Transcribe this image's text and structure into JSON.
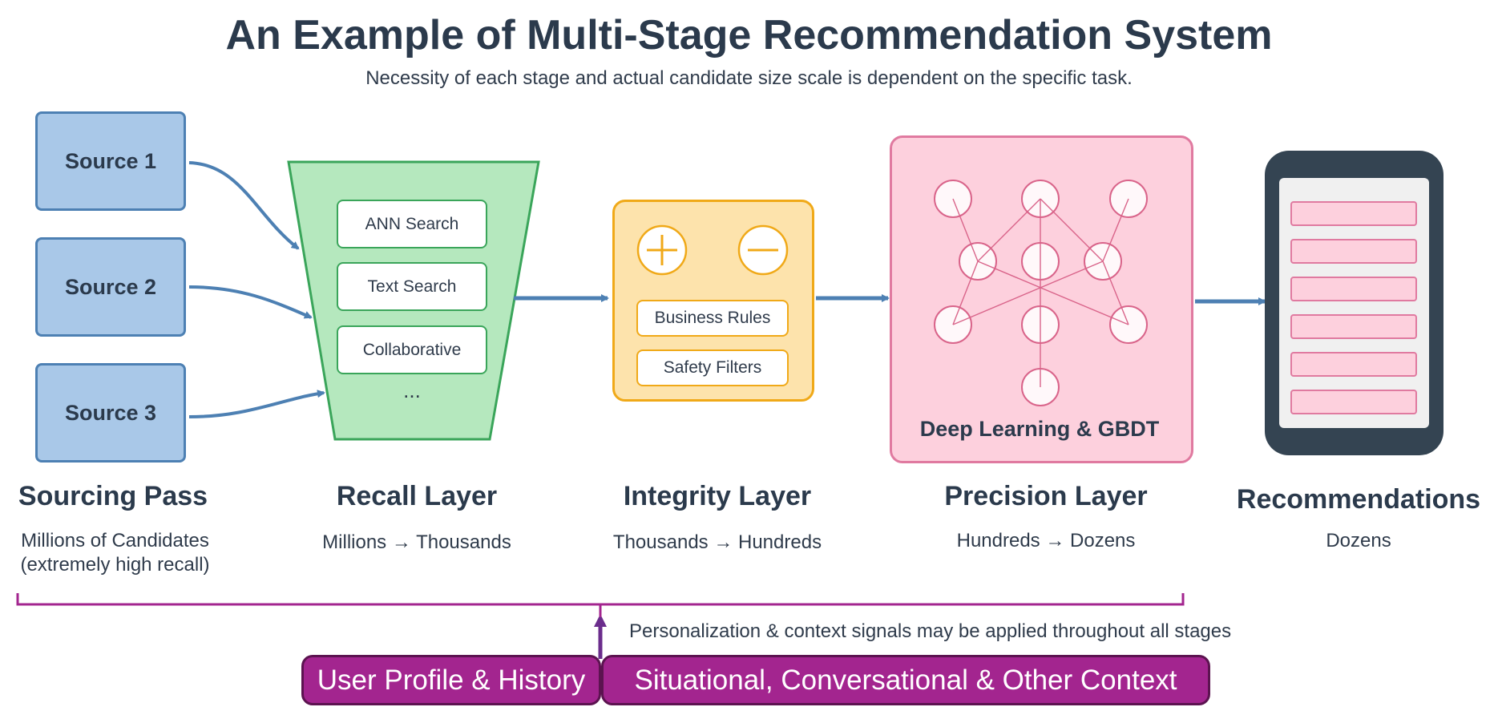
{
  "title": "An Example of Multi-Stage Recommendation System",
  "subtitle": "Necessity of each stage and actual candidate size scale is dependent on the specific task.",
  "sources": [
    "Source 1",
    "Source 2",
    "Source 3"
  ],
  "recall": {
    "items": [
      "ANN Search",
      "Text Search",
      "Collaborative"
    ],
    "ellipsis": "..."
  },
  "integrity": {
    "plus_icon": "plus-circle-icon",
    "minus_icon": "minus-circle-icon",
    "items": [
      "Business Rules",
      "Safety Filters"
    ]
  },
  "precision": {
    "label": "Deep Learning & GBDT",
    "icon": "neural-network-icon"
  },
  "stages": [
    {
      "name": "Sourcing Pass",
      "desc_line1": "Millions of Candidates",
      "desc_line2": "(extremely high recall)"
    },
    {
      "name": "Recall Layer",
      "desc": "Millions → Thousands"
    },
    {
      "name": "Integrity Layer",
      "desc": "Thousands → Hundreds"
    },
    {
      "name": "Precision Layer",
      "desc": "Hundreds → Dozens"
    },
    {
      "name": "Recommendations",
      "desc": "Dozens"
    }
  ],
  "context_note": "Personalization & context signals may be applied throughout all stages",
  "context_boxes": [
    "User Profile & History",
    "Situational, Conversational & Other Context"
  ],
  "colors": {
    "source_fill": "#a9c8e8",
    "recall_fill": "#b5e8be",
    "integrity_fill": "#fde3ac",
    "precision_fill": "#fdd0dd",
    "arrow": "#4d80b3",
    "context_fill": "#a3258f",
    "phone": "#344452"
  }
}
